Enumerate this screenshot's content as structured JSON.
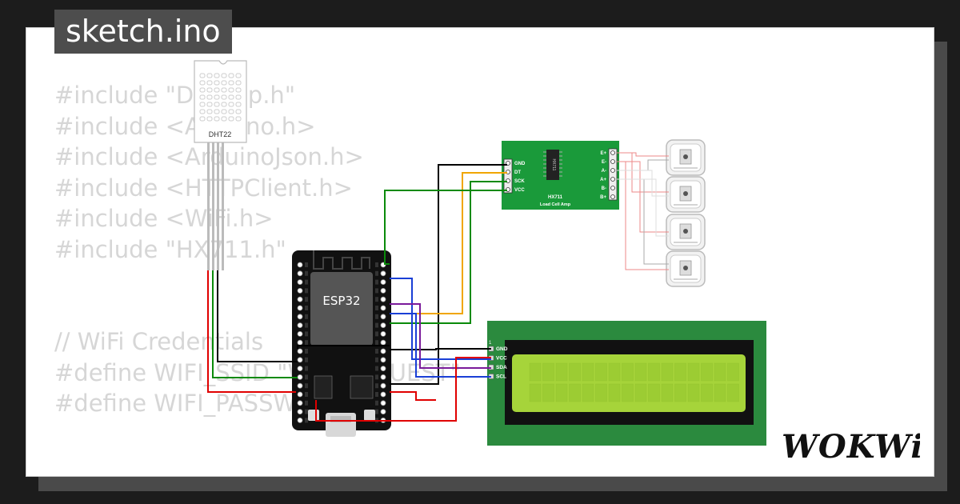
{
  "tab_title": "sketch.ino",
  "code_lines": [
    "#include \"DHTesp.h\"",
    "#include <Arduino.h>",
    "#include <ArduinoJson.h>",
    "#include <HTTPClient.h>",
    "#include <WiFi.h>",
    "#include \"HX711.h\"",
    "",
    "",
    "// WiFi Credentials",
    "#define WIFI_SSID \"Wokwi-GUEST\"",
    "#define WIFI_PASSWORD \"\""
  ],
  "dht22": {
    "label": "DHT22"
  },
  "esp32": {
    "label": "ESP32"
  },
  "hx711": {
    "chip_label": "HX711",
    "title": "HX711",
    "subtitle": "Load Cell Amp",
    "pins_left": [
      "GND",
      "DT",
      "SCK",
      "VCC"
    ],
    "pins_right": [
      "E+",
      "E-",
      "A-",
      "A+",
      "B-",
      "B+"
    ]
  },
  "lcd": {
    "pin1_label": "1",
    "pins": [
      "GND",
      "VCC",
      "SDA",
      "SCL"
    ]
  },
  "brand": "WOKWi",
  "colors": {
    "red": "#e00000",
    "black": "#000000",
    "green": "#0a8a0a",
    "orange": "#f0a500",
    "blue": "#1a3fd6",
    "purple": "#7a1a9a",
    "lcd_green": "#2b8a3e",
    "lcd_screen": "#a6d43a"
  }
}
